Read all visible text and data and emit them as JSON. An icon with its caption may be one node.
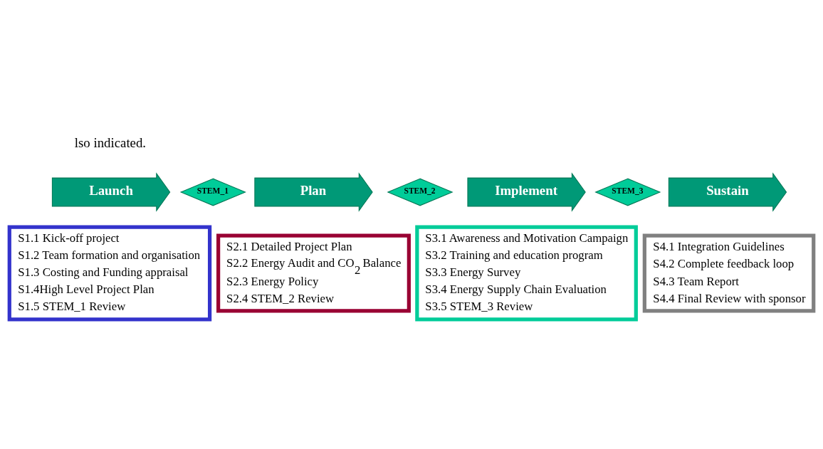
{
  "diagram": {
    "nodes": [
      {
        "text": [
          "Launch"
        ]
      },
      {
        "text": [
          "STEM_1"
        ]
      },
      {
        "text": [
          "Plan"
        ]
      },
      {
        "text": [
          "STEM_2"
        ]
      },
      {
        "text": [
          "Implement"
        ]
      },
      {
        "text": [
          "STEM_3"
        ]
      },
      {
        "text": [
          "Sustain"
        ]
      },
      {
        "text": [
          "S1.1 Kick-off project",
          "S1.2 Team formation and organisation",
          "S1.3 Costing and Funding appraisal",
          "S1.4High Level Project Plan",
          "S1.5 STEM_1 Review"
        ]
      },
      {
        "text": [
          "S2.1 Detailed Project Plan",
          "S2.2 Energy Audit and CO$_{2}$ Balance",
          "S2.3 Energy Policy",
          "S2.4 STEM_2 Review"
        ]
      },
      {
        "text": [
          "S3.1 Awareness and Motivation Campaign",
          "S3.2 Training and education program",
          "S3.3 Energy Survey",
          "S3.4 Energy Supply Chain Evaluation",
          "S3.5 STEM_3 Review"
        ]
      },
      {
        "text": [
          "S4.1 Integration Guidelines",
          "S4.2 Complete feedback loop",
          "S4.3 Team Report",
          "S4.4 Final Review with sponsor"
        ]
      }
    ],
    "edges": [],
    "labels": [
      "lso indicated."
    ]
  }
}
